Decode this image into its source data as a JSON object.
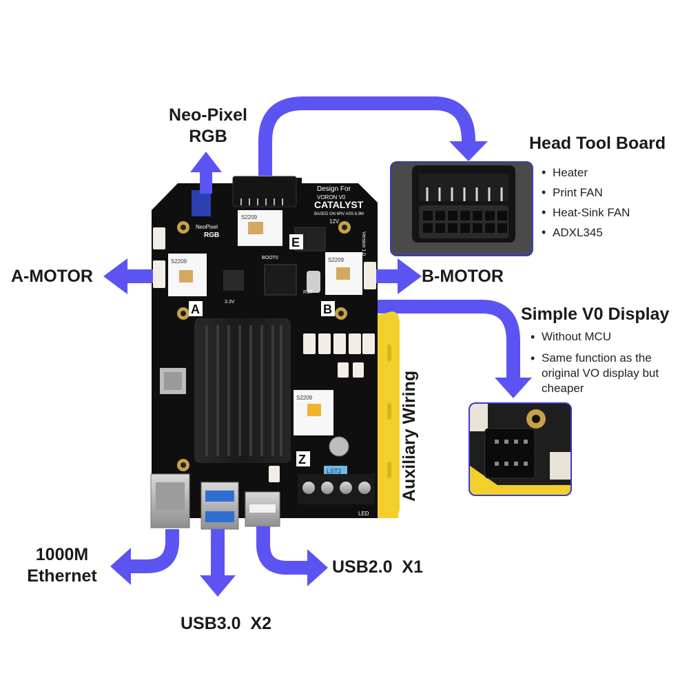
{
  "labels": {
    "neopixel_line1": "Neo-Pixel",
    "neopixel_line2": "RGB",
    "a_motor": "A-MOTOR",
    "b_motor": "B-MOTOR",
    "ethernet_line1": "1000M",
    "ethernet_line2": "Ethernet",
    "usb3": "USB3.0  X2",
    "usb2": "USB2.0  X1",
    "auxiliary": "Auxiliary Wiring"
  },
  "head_tool_board": {
    "title": "Head Tool Board",
    "items": [
      "Heater",
      "Print FAN",
      "Heat-Sink FAN",
      "ADXL345"
    ]
  },
  "display": {
    "title": "Simple V0 Display",
    "items": [
      "Without MCU",
      "Same function as the original VO display but cheaper"
    ]
  },
  "board": {
    "design_for": "Design For",
    "voron": "VORON V0",
    "catalyst": "CATALYST",
    "silk_subtitle": "BASED ON 6RV AS5 6.9M",
    "version": "Version 1.0",
    "driver_chip": "S2209",
    "neopixel_silk": "NeoPixel",
    "rgb_silk": "RGB",
    "boot_silk": "BOOT0",
    "rst_silk": "RST",
    "v12_silk": "12V",
    "v33_silk": "3.3V",
    "axis_a": "A",
    "axis_b": "B",
    "axis_e": "E",
    "axis_z": "Z",
    "fuse_label": "LST2",
    "led_silk": "LED"
  },
  "colors": {
    "arrow": "#5b54f2",
    "board": "#0f0f0f",
    "heatsink": "#1c1c1c",
    "aux_board": "#f2cf2a",
    "inset_border": "#3a3acc"
  }
}
